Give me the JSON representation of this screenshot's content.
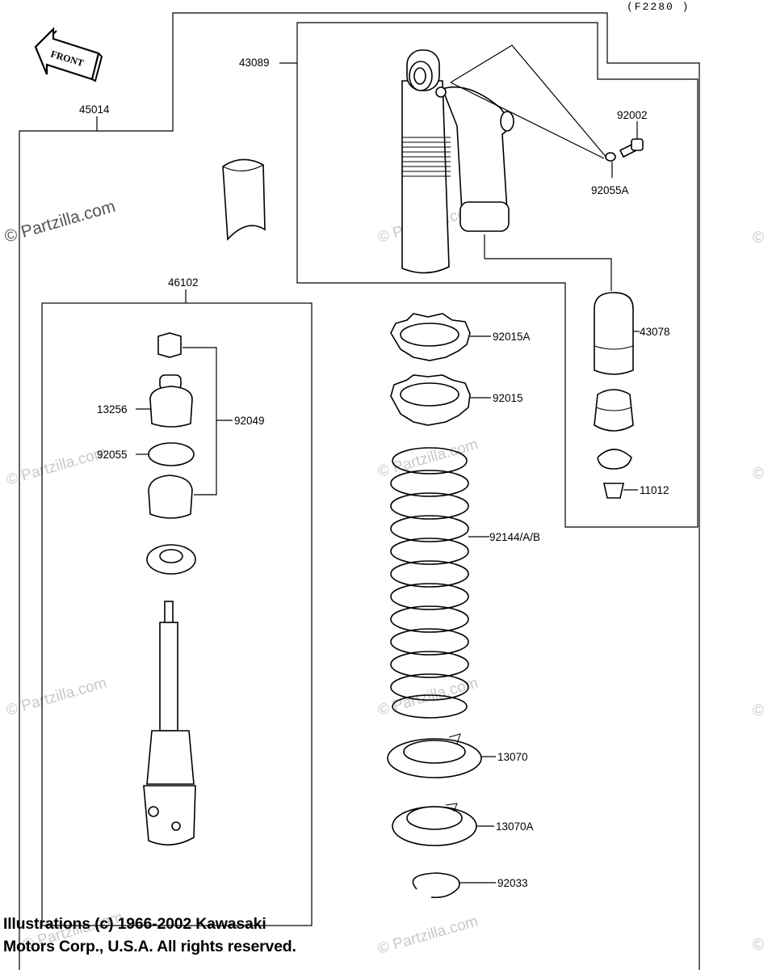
{
  "header": {
    "figure_code": "(F2280 )"
  },
  "front_arrow": {
    "label": "FRONT"
  },
  "labels": {
    "p45014": "45014",
    "p43089": "43089",
    "p92002": "92002",
    "p92055A": "92055A",
    "p46102": "46102",
    "p43078": "43078",
    "p92015A": "92015A",
    "p92015": "92015",
    "p13256": "13256",
    "p92049": "92049",
    "p92055": "92055",
    "p11012": "11012",
    "p92144": "92144/A/B",
    "p13070": "13070",
    "p13070A": "13070A",
    "p92033": "92033"
  },
  "watermark": {
    "text": "© Partzilla.com",
    "symbol": "©"
  },
  "credit": {
    "line1": "Illustrations (c) 1966-2002 Kawasaki",
    "line2": "Motors Corp., U.S.A.  All rights reserved."
  }
}
